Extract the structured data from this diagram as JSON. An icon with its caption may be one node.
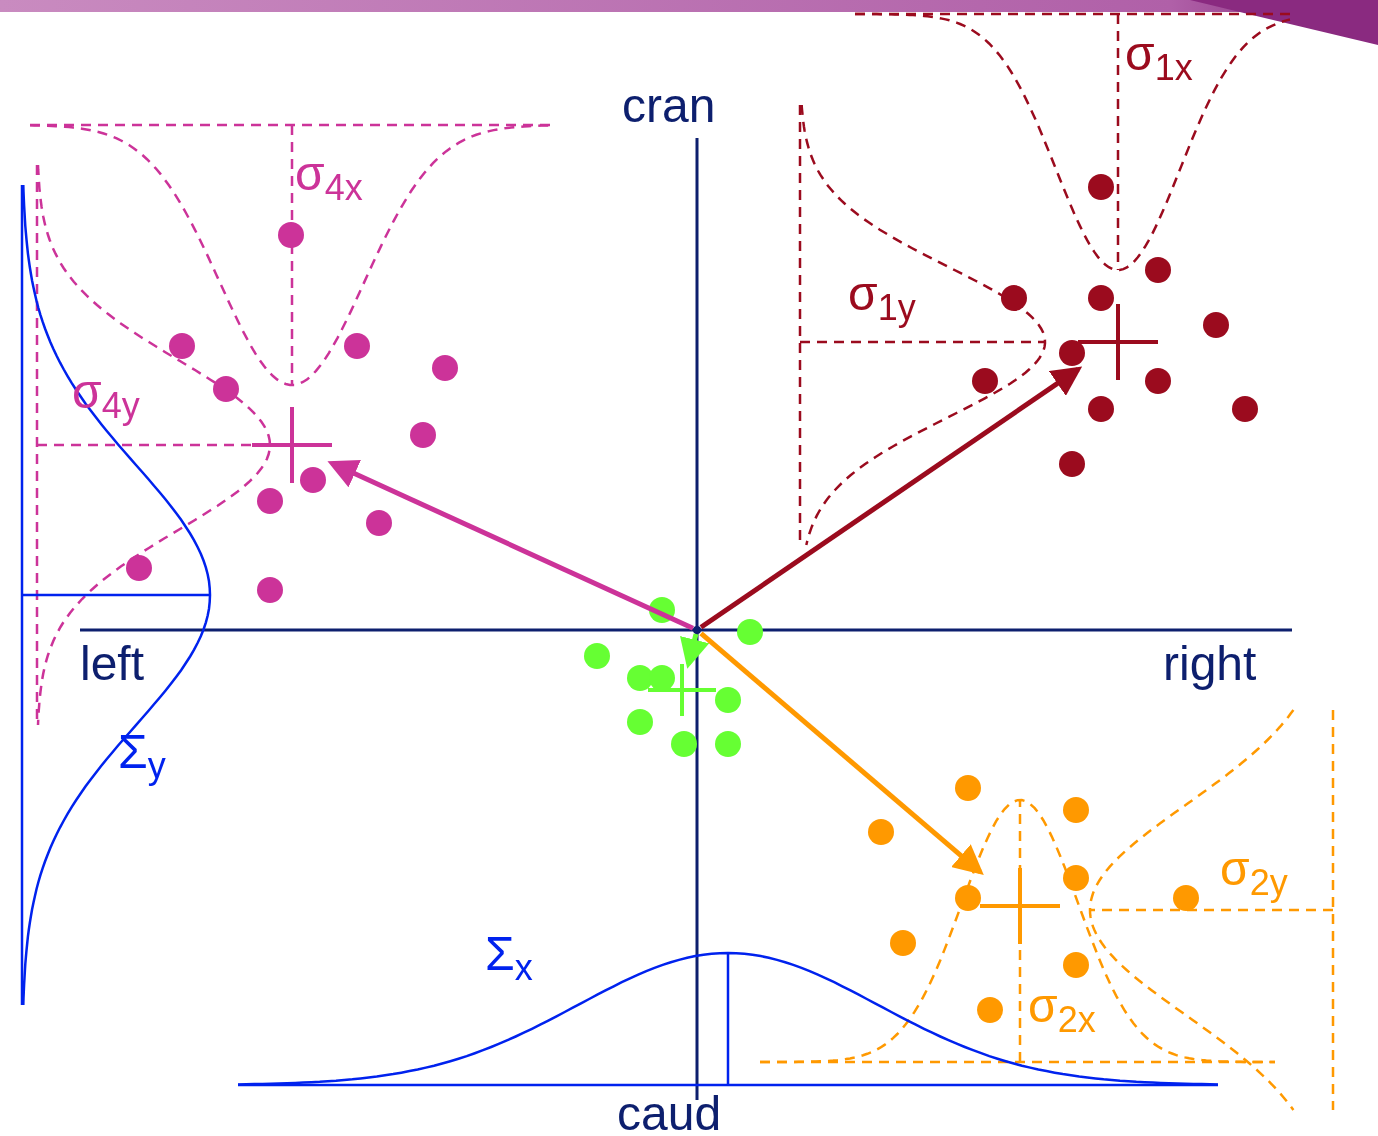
{
  "diagram": {
    "nodes": [
      {
        "text": [],
        "shape": "cross"
      },
      {
        "text": [],
        "shape": "cross"
      },
      {
        "text": [],
        "shape": "point"
      },
      {
        "text": [],
        "shape": "cross"
      },
      {
        "text": [],
        "shape": "cross"
      }
    ],
    "edges": [
      {
        "from": 2,
        "to": 0,
        "arrow": "to",
        "color": "#9b0b1e"
      },
      {
        "from": 2,
        "to": 1,
        "arrow": "to",
        "color": "#cc3399"
      },
      {
        "from": 2,
        "to": 3,
        "arrow": "to",
        "color": "#66ff33"
      },
      {
        "from": 2,
        "to": 4,
        "arrow": "to",
        "color": "#ff9900"
      }
    ],
    "labels": [
      "cran",
      "σ$_{1x}$",
      "σ$_{4x}$",
      "σ$_{1y}$",
      "σ$_{4y}$",
      "left",
      "right",
      "Σ$_{y}$",
      "σ$_{2y}$",
      "Σ$_{x}$",
      "σ$_{2x}$",
      "caud"
    ]
  }
}
